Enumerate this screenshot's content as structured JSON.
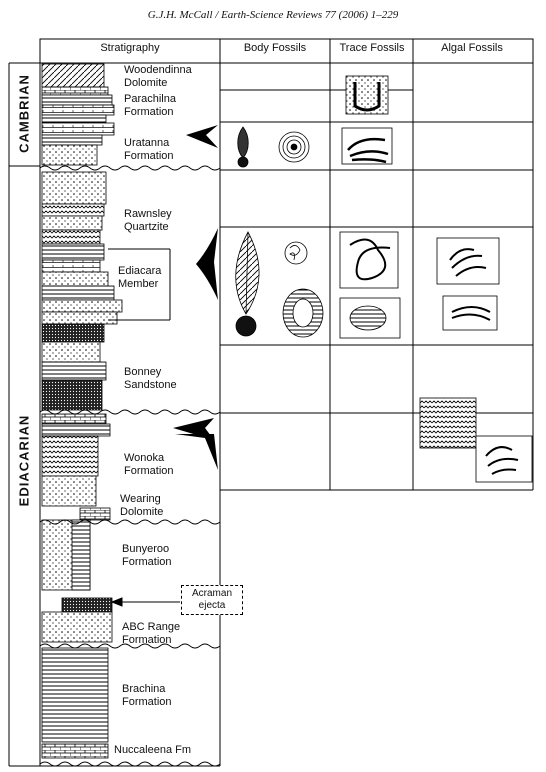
{
  "running_head": "G.J.H. McCall / Earth-Science Reviews 77 (2006) 1–229",
  "headers": {
    "stratigraphy": "Stratigraphy",
    "body_fossils": "Body Fossils",
    "trace_fossils": "Trace Fossils",
    "algal_fossils": "Algal Fossils"
  },
  "eras": {
    "cambrian": "CAMBRIAN",
    "ediacarian": "EDIACARIAN"
  },
  "units": {
    "woodendinna": [
      "Woodendinna",
      "Dolomite"
    ],
    "parachilna": [
      "Parachilna",
      "Formation"
    ],
    "uratanna": [
      "Uratanna",
      "Formation"
    ],
    "rawnsley": [
      "Rawnsley",
      "Quartzite"
    ],
    "ediacara": [
      "Ediacara",
      "Member"
    ],
    "bonney": [
      "Bonney",
      "Sandstone"
    ],
    "wonoka": [
      "Wonoka",
      "Formation"
    ],
    "wearing": [
      "Wearing",
      "Dolomite"
    ],
    "bunyeroo": [
      "Bunyeroo",
      "Formation"
    ],
    "abc_range": [
      "ABC Range",
      "Formation"
    ],
    "brachina": [
      "Brachina",
      "Formation"
    ],
    "nuccaleena": [
      "Nuccaleena Fm"
    ]
  },
  "acraman": [
    "Acraman",
    "ejecta"
  ],
  "icons": [
    "fossil-arrow-icon",
    "trace-burrow-icon",
    "frond-fossil-icon",
    "medusoid-fossil-icon",
    "algal-mat-icon"
  ]
}
